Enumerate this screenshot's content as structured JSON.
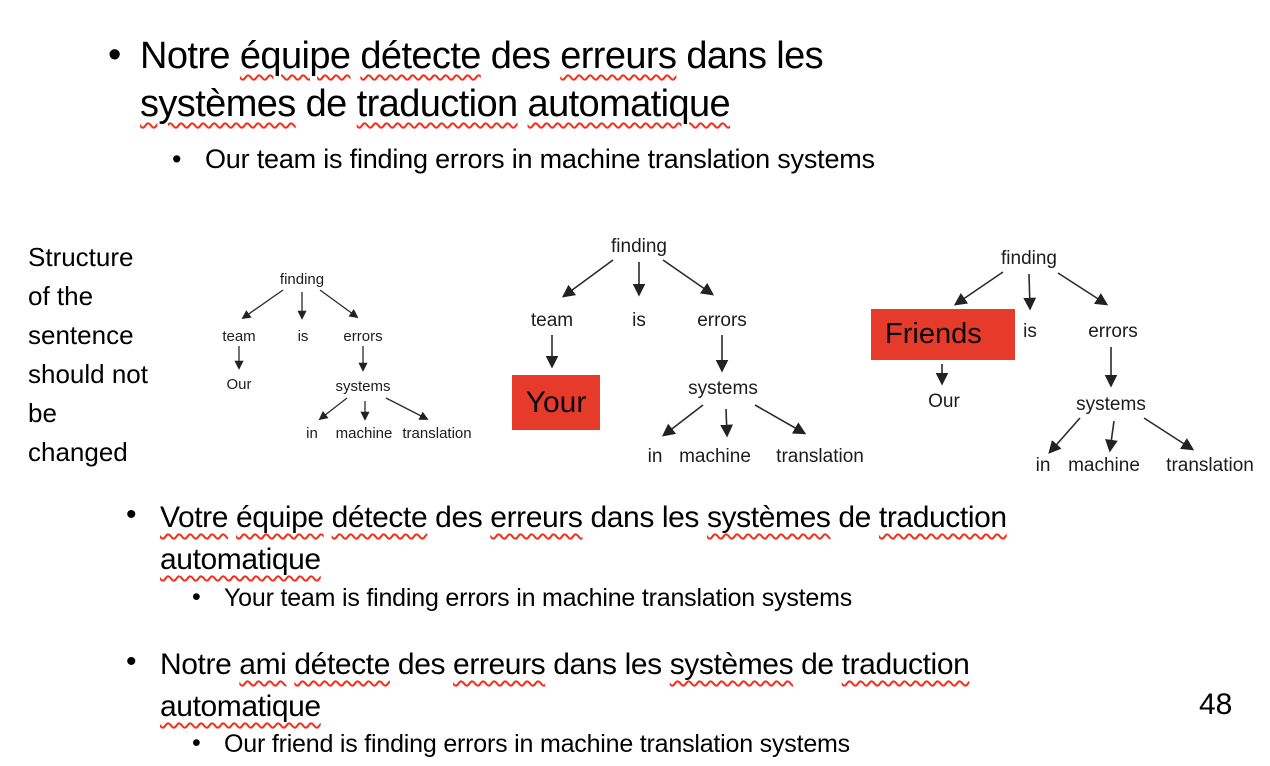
{
  "slide": {
    "page_number": "48"
  },
  "colors": {
    "highlight_red": "#e63a2a",
    "squiggle_red": "#f3301d",
    "text": "#000000"
  },
  "title_fr": {
    "line1": [
      {
        "t": "Notre ",
        "m": false
      },
      {
        "t": "équipe",
        "m": true
      },
      {
        "t": " ",
        "m": false
      },
      {
        "t": "détecte",
        "m": true
      },
      {
        "t": " des ",
        "m": false
      },
      {
        "t": "erreurs",
        "m": true
      },
      {
        "t": " dans les",
        "m": false
      }
    ],
    "line2": [
      {
        "t": "systèmes",
        "m": true
      },
      {
        "t": " de ",
        "m": false
      },
      {
        "t": "traduction",
        "m": true
      },
      {
        "t": " ",
        "m": false
      },
      {
        "t": "automatique",
        "m": true
      }
    ]
  },
  "subtitle_en": "Our team is finding errors in machine translation systems",
  "structure_note": "Structure\nof the\nsentence\nshould not\nbe\nchanged",
  "trees": {
    "original": {
      "root": "finding",
      "subject": "team",
      "verb": "is",
      "object": "errors",
      "subject_child": "Our",
      "object_child": "systems",
      "leaves": [
        "in",
        "machine",
        "translation"
      ]
    },
    "your": {
      "root": "finding",
      "subject": "team",
      "verb": "is",
      "object": "errors",
      "highlight": "Your",
      "object_child": "systems",
      "leaves": [
        "in",
        "machine",
        "translation"
      ]
    },
    "friends": {
      "root": "finding",
      "highlight": "Friends",
      "verb": "is",
      "object": "errors",
      "highlight_child": "Our",
      "object_child": "systems",
      "leaves": [
        "in",
        "machine",
        "translation"
      ]
    }
  },
  "bullet_votre": {
    "line1": [
      {
        "t": "Votre",
        "m": true
      },
      {
        "t": " ",
        "m": false
      },
      {
        "t": "équipe",
        "m": true
      },
      {
        "t": " ",
        "m": false
      },
      {
        "t": "détecte",
        "m": true
      },
      {
        "t": " des ",
        "m": false
      },
      {
        "t": "erreurs",
        "m": true
      },
      {
        "t": " dans les ",
        "m": false
      },
      {
        "t": "systèmes",
        "m": true
      },
      {
        "t": " de ",
        "m": false
      },
      {
        "t": "traduction",
        "m": true
      }
    ],
    "line2": [
      {
        "t": "automatique",
        "m": true
      }
    ]
  },
  "bullet_en_your": "Your team is finding errors in machine translation systems",
  "bullet_ami": {
    "line1": [
      {
        "t": "Notre ",
        "m": false
      },
      {
        "t": "ami",
        "m": true
      },
      {
        "t": " ",
        "m": false
      },
      {
        "t": "détecte",
        "m": true
      },
      {
        "t": " des ",
        "m": false
      },
      {
        "t": "erreurs",
        "m": true
      },
      {
        "t": " dans les ",
        "m": false
      },
      {
        "t": "systèmes",
        "m": true
      },
      {
        "t": " de ",
        "m": false
      },
      {
        "t": "traduction",
        "m": true
      }
    ],
    "line2": [
      {
        "t": "automatique",
        "m": true
      }
    ]
  },
  "bullet_en_friend": "Our friend is finding errors in machine translation systems"
}
